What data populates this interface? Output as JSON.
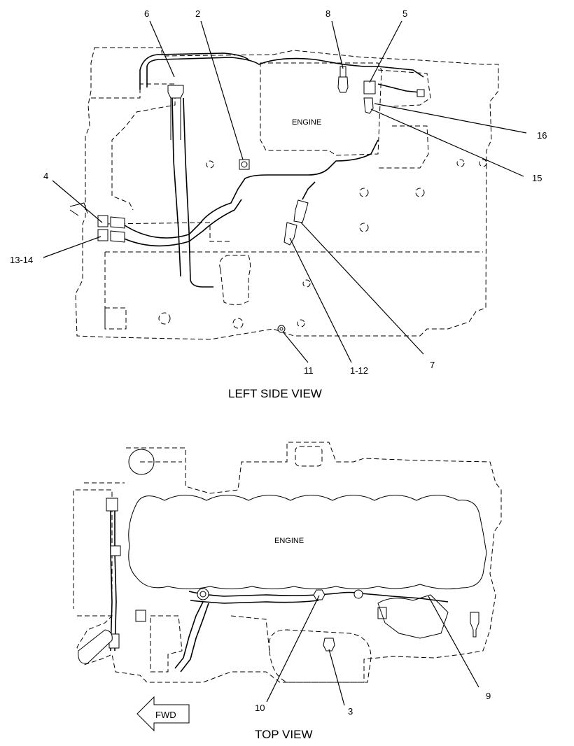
{
  "views": {
    "left_side": {
      "title": "LEFT SIDE VIEW",
      "engine_label": "ENGINE",
      "callouts": {
        "c6": "6",
        "c2": "2",
        "c8": "8",
        "c5": "5",
        "c16": "16",
        "c15": "15",
        "c4": "4",
        "c13_14": "13-14",
        "c11": "11",
        "c1_12": "1-12",
        "c7": "7"
      }
    },
    "top": {
      "title": "TOP VIEW",
      "engine_label": "ENGINE",
      "fwd_label": "FWD",
      "callouts": {
        "c10": "10",
        "c3": "3",
        "c9": "9"
      }
    }
  },
  "icons": [
    "fwd-arrow-icon"
  ]
}
